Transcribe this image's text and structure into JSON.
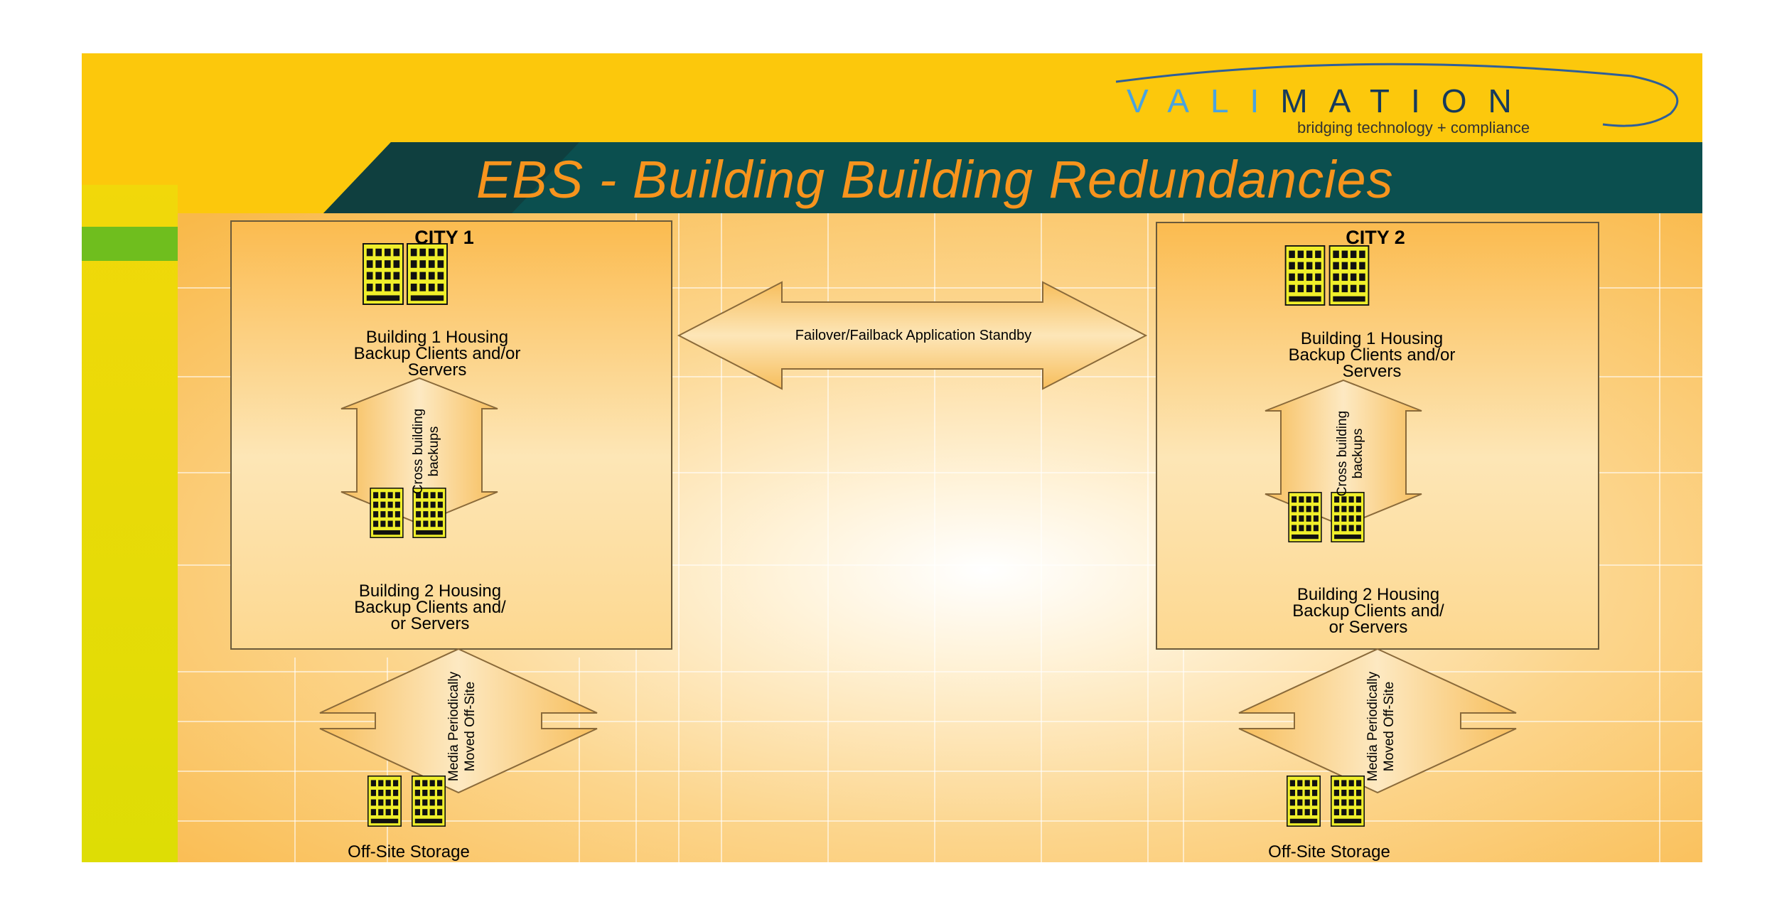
{
  "logo": {
    "word_light": "VALI",
    "word_dark": "MATION",
    "tagline": "bridging technology + compliance"
  },
  "slide_title": "EBS - Building Building Redundancies",
  "colors": {
    "header_yellow": "#fcc80c",
    "title_teal": "#0b4f4f",
    "title_text_orange": "#f7941d",
    "left_bar_yellow": "#e0dc05",
    "left_bar_green": "#6fbe1e",
    "panel_orange": "#fbbf57",
    "arrow_fill": "#f8c873",
    "building_yellow": "#f0ef2a"
  },
  "cities": [
    {
      "name": "CITY 1",
      "building1_label": "Building 1 Housing\nBackup Clients and/or\nServers",
      "cross_label": "Cross building backups",
      "building2_label": "Building 2 Housing\nBackup Clients and/\nor Servers",
      "media_label": "Media Periodically\nMoved Off-Site",
      "offsite_label": "Off-Site Storage"
    },
    {
      "name": "CITY 2",
      "building1_label": "Building 1 Housing\nBackup Clients and/or\nServers",
      "cross_label": "Cross building backups",
      "building2_label": "Building 2 Housing\nBackup Clients and/\nor Servers",
      "media_label": "Media Periodically\nMoved Off-Site",
      "offsite_label": "Off-Site Storage"
    }
  ],
  "failover_label": "Failover/Failback Application Standby",
  "icons": {
    "building": "office-building-icon"
  }
}
